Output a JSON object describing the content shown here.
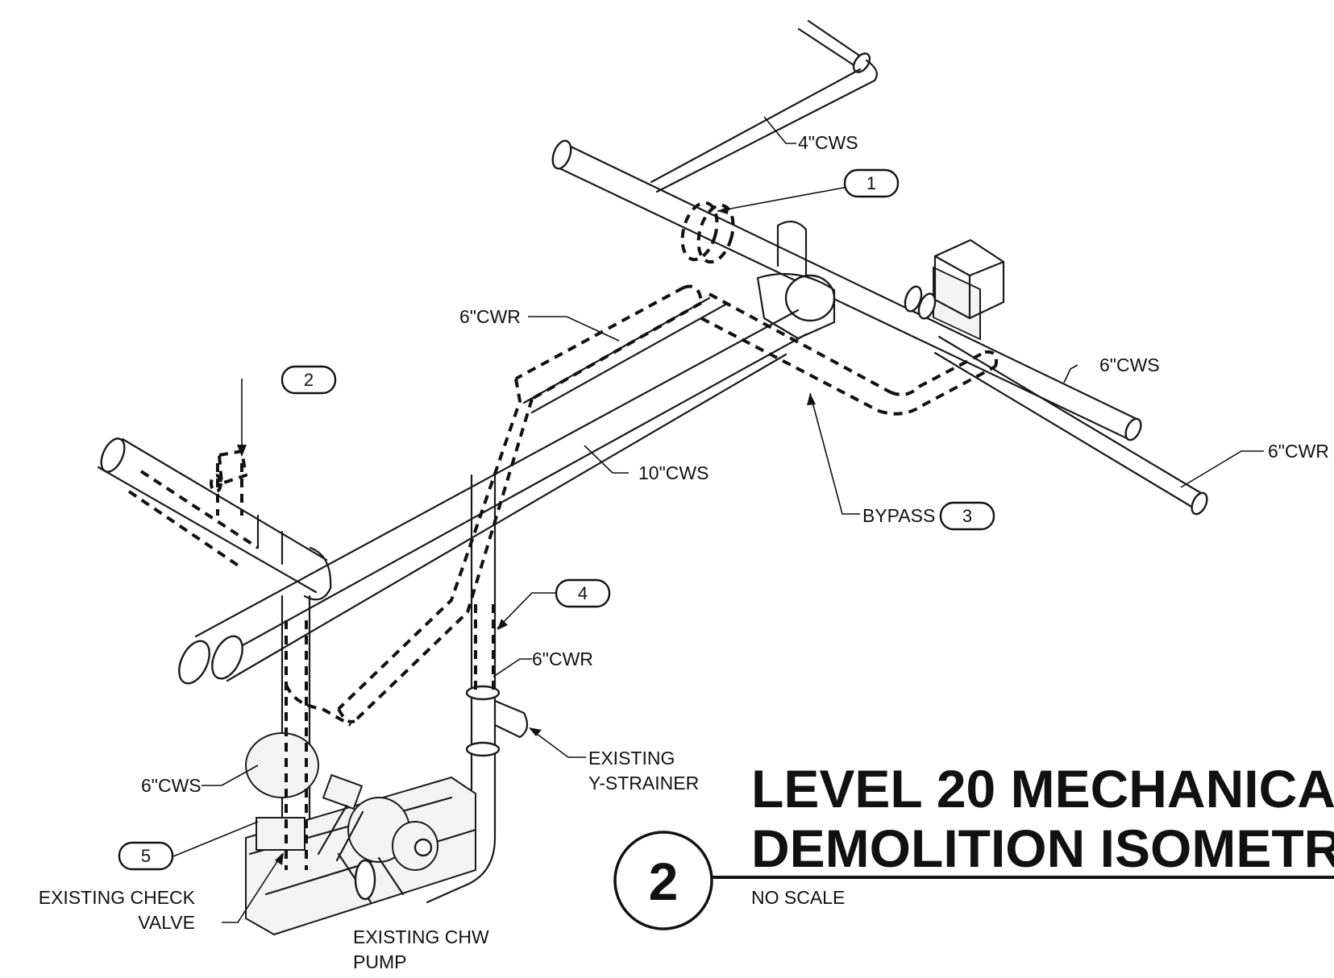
{
  "sheet": {
    "title_line1": "LEVEL 20 MECHANICA",
    "title_line2": "DEMOLITION ISOMETR",
    "scale_note": "NO SCALE",
    "detail_number": "2"
  },
  "pipe_labels": {
    "cws_4in": "4\"CWS",
    "cwr_6in_upper": "6\"CWR",
    "cws_6in_right": "6\"CWS",
    "cwr_6in_right": "6\"CWR",
    "cws_10in": "10\"CWS",
    "cwr_6in_riser": "6\"CWR",
    "cws_6in_pump": "6\"CWS",
    "bypass": "BYPASS"
  },
  "equipment_labels": {
    "y_strainer_line1": "EXISTING",
    "y_strainer_line2": "Y-STRAINER",
    "check_valve_line1": "EXISTING CHECK",
    "check_valve_line2": "VALVE",
    "pump_line1": "EXISTING CHW",
    "pump_line2": "PUMP"
  },
  "keynotes": [
    "1",
    "2",
    "3",
    "4",
    "5"
  ]
}
